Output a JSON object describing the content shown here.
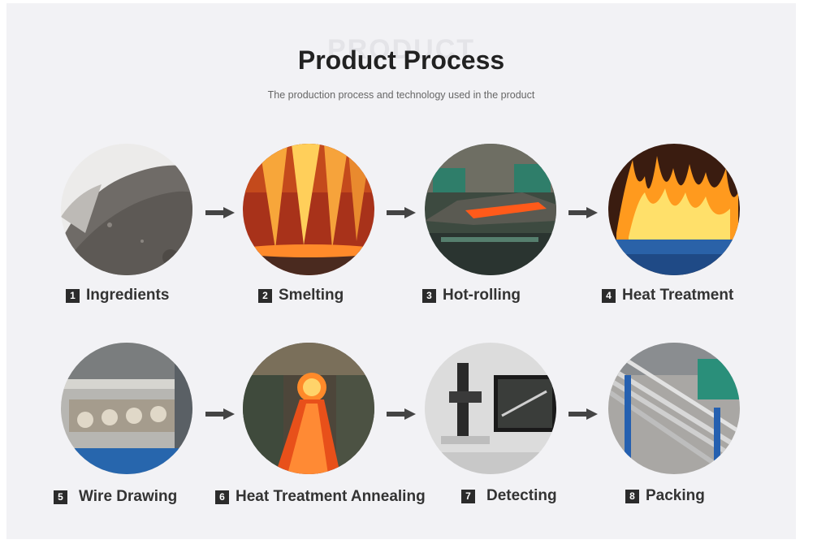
{
  "header": {
    "watermark": "PRODUCT",
    "title": "Product Process",
    "subtitle": "The production process and technology used in the product"
  },
  "steps": [
    {
      "number": "1",
      "label": "Ingredients"
    },
    {
      "number": "2",
      "label": "Smelting"
    },
    {
      "number": "3",
      "label": "Hot-rolling"
    },
    {
      "number": "4",
      "label": "Heat Treatment"
    },
    {
      "number": "5",
      "label": "Wire Drawing"
    },
    {
      "number": "6",
      "label": "Heat Treatment Annealing"
    },
    {
      "number": "7",
      "label": "Detecting"
    },
    {
      "number": "8",
      "label": "Packing"
    }
  ],
  "colors": {
    "background": "#f2f2f5",
    "title": "#222222",
    "label": "#333333",
    "number_badge": "#2b2b2b",
    "arrow": "#444444"
  },
  "icons": [
    "arrow-right-icon"
  ]
}
